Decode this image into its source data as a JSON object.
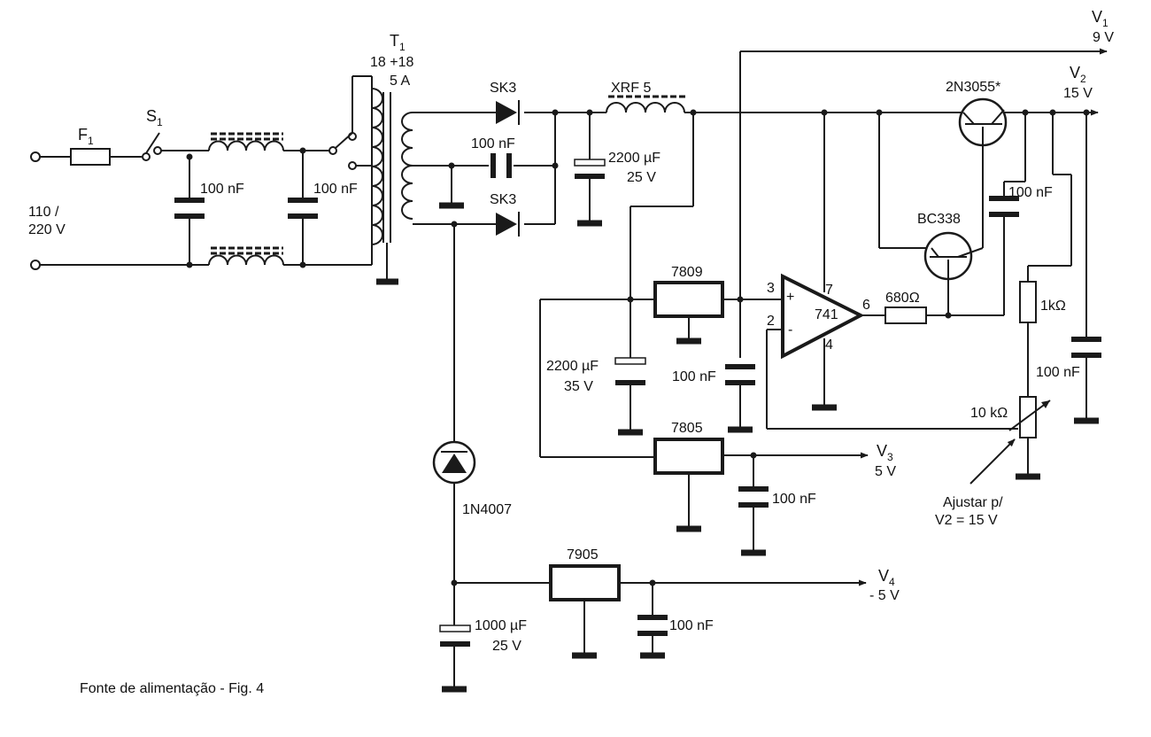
{
  "caption": "Fonte de alimentação - Fig. 4",
  "input": {
    "voltage_line1": "110 /",
    "voltage_line2": "220 V"
  },
  "fuse": {
    "label": "F",
    "sub": "1"
  },
  "switch": {
    "label": "S",
    "sub": "1"
  },
  "filter_caps": {
    "c1": "100 nF",
    "c2": "100 nF"
  },
  "transformer": {
    "label": "T",
    "sub": "1",
    "line2": "18 +18",
    "line3": "5 A"
  },
  "rectifier": {
    "d1": "SK3",
    "d2": "SK3",
    "cap": "100 nF"
  },
  "main_filter": {
    "cap_value": "2200 µF",
    "cap_voltage": "25 V",
    "choke": "XRF 5"
  },
  "regulators": {
    "r7809": "7809",
    "r7805": "7805",
    "r7905": "7905"
  },
  "cap_7809_in": {
    "value": "2200 µF",
    "voltage": "35 V"
  },
  "cap_7809_out": "100 nF",
  "cap_7805_out": "100 nF",
  "opamp": {
    "name": "741",
    "pin3": "3",
    "pin2": "2",
    "pin7": "7",
    "pin4": "4",
    "pin6": "6",
    "plus": "+",
    "minus": "-"
  },
  "resistor_680": "680Ω",
  "transistors": {
    "q1": "2N3055*",
    "q2": "BC338"
  },
  "feedback": {
    "cap": "100 nF",
    "r1": "1kΩ",
    "pot": "10 kΩ",
    "out_cap": "100 nF"
  },
  "adjust_note": {
    "line1": "Ajustar p/",
    "line2": "V2 = 15 V"
  },
  "negative_branch": {
    "diode": "1N4007",
    "cap_value": "1000 µF",
    "cap_voltage": "25 V",
    "out_cap": "100 nF"
  },
  "outputs": {
    "v1": {
      "label": "V",
      "sub": "1",
      "value": "9 V"
    },
    "v2": {
      "label": "V",
      "sub": "2",
      "value": "15 V"
    },
    "v3": {
      "label": "V",
      "sub": "3",
      "value": "5 V"
    },
    "v4": {
      "label": "V",
      "sub": "4",
      "value": "- 5 V"
    }
  }
}
